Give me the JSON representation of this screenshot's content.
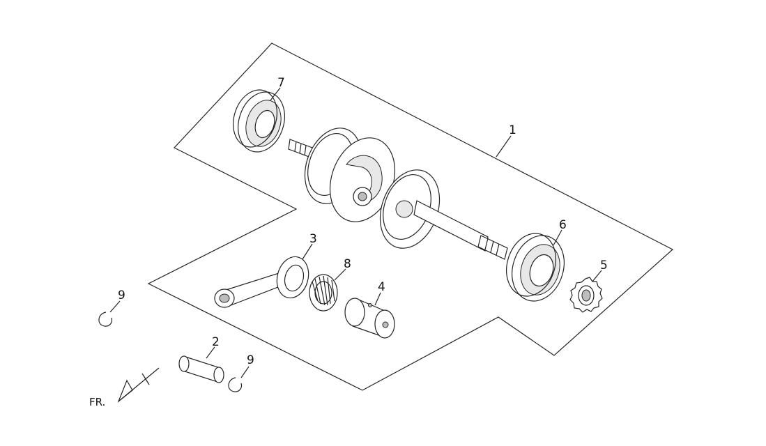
{
  "callouts": [
    {
      "id": "1",
      "label": "1"
    },
    {
      "id": "2",
      "label": "2"
    },
    {
      "id": "3",
      "label": "3"
    },
    {
      "id": "4",
      "label": "4"
    },
    {
      "id": "5",
      "label": "5"
    },
    {
      "id": "6",
      "label": "6"
    },
    {
      "id": "7",
      "label": "7"
    },
    {
      "id": "8",
      "label": "8"
    },
    {
      "id": "9a",
      "label": "9"
    },
    {
      "id": "9b",
      "label": "9"
    }
  ],
  "direction_label": "FR."
}
